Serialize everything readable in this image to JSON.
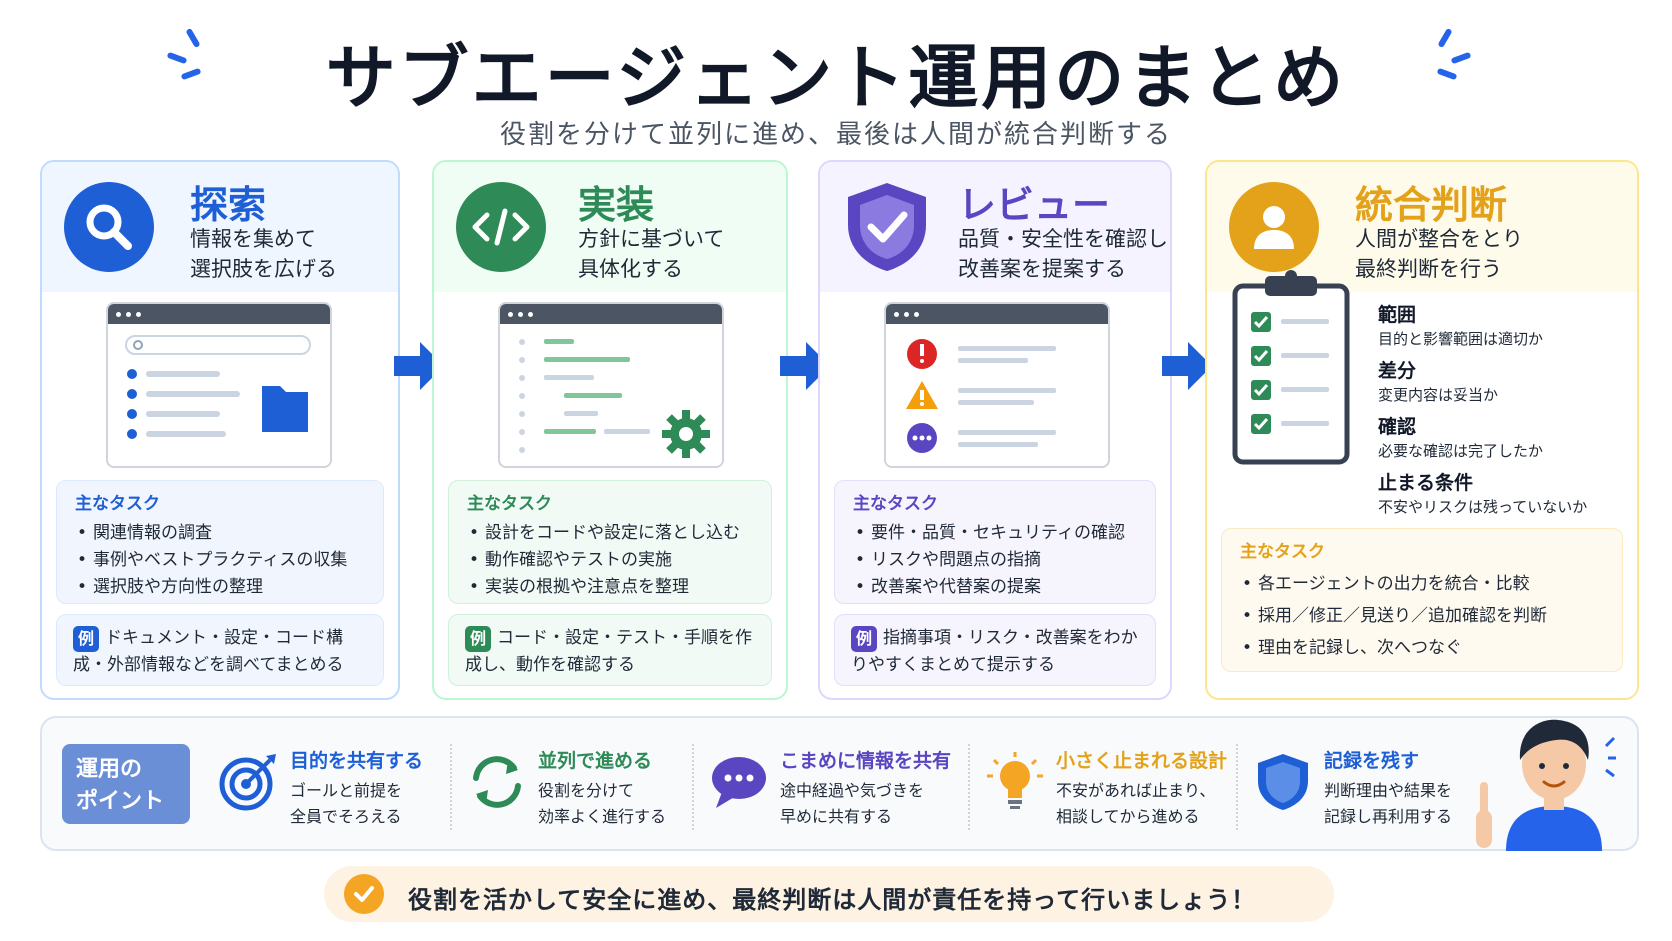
{
  "header": {
    "title": "サブエージェント運用のまとめ",
    "subtitle": "役割を分けて並列に進め、最後は人間が統合判断する"
  },
  "cards": [
    {
      "title": "探索",
      "desc": "情報を集めて\n選択肢を広げる",
      "icon": "search-icon",
      "color": "#1e5fd6",
      "tasks_heading": "主なタスク",
      "tasks": [
        "関連情報の調査",
        "事例やベストプラクティスの収集",
        "選択肢や方向性の整理"
      ],
      "example_badge": "例",
      "example": "ドキュメント・設定・コード構成・外部情報などを調べてまとめる"
    },
    {
      "title": "実装",
      "desc": "方針に基づいて\n具体化する",
      "icon": "code-icon",
      "color": "#2e8b57",
      "tasks_heading": "主なタスク",
      "tasks": [
        "設計をコードや設定に落とし込む",
        "動作確認やテストの実施",
        "実装の根拠や注意点を整理"
      ],
      "example_badge": "例",
      "example": "コード・設定・テスト・手順を作成し、動作を確認する"
    },
    {
      "title": "レビュー",
      "desc": "品質・安全性を確認し\n改善案を提案する",
      "icon": "shield-check-icon",
      "color": "#5b46c2",
      "tasks_heading": "主なタスク",
      "tasks": [
        "要件・品質・セキュリティの確認",
        "リスクや問題点の指摘",
        "改善案や代替案の提案"
      ],
      "example_badge": "例",
      "example": "指摘事項・リスク・改善案をわかりやすくまとめて提示する"
    },
    {
      "title": "統合判断",
      "desc": "人間が整合をとり\n最終判断を行う",
      "icon": "person-icon",
      "color": "#e3a21a",
      "tasks_heading": "主なタスク",
      "tasks": [
        "各エージェントの出力を統合・比較",
        "採用／修正／見送り／追加確認を判断",
        "理由を記録し、次へつなぐ"
      ]
    }
  ],
  "checklist": [
    {
      "title": "範囲",
      "desc": "目的と影響範囲は適切か"
    },
    {
      "title": "差分",
      "desc": "変更内容は妥当か"
    },
    {
      "title": "確認",
      "desc": "必要な確認は完了したか"
    },
    {
      "title": "止まる条件",
      "desc": "不安やリスクは残っていないか"
    }
  ],
  "points": {
    "label_line1": "運用の",
    "label_line2": "ポイント",
    "items": [
      {
        "title": "目的を共有する",
        "desc": "ゴールと前提を\n全員でそろえる",
        "icon": "target-icon",
        "color": "#1e5fd6"
      },
      {
        "title": "並列で進める",
        "desc": "役割を分けて\n効率よく進行する",
        "icon": "refresh-icon",
        "color": "#2e8b57"
      },
      {
        "title": "こまめに情報を共有",
        "desc": "途中経過や気づきを\n早めに共有する",
        "icon": "chat-icon",
        "color": "#5b46c2"
      },
      {
        "title": "小さく止まれる設計",
        "desc": "不安があれば止まり、\n相談してから進める",
        "icon": "lightbulb-icon",
        "color": "#e3a21a"
      },
      {
        "title": "記録を残す",
        "desc": "判断理由や結果を\n記録し再利用する",
        "icon": "shield-icon",
        "color": "#1e5fd6"
      }
    ]
  },
  "footer": {
    "text": "役割を活かして安全に進め、最終判断は人間が責任を持って行いましょう！"
  }
}
